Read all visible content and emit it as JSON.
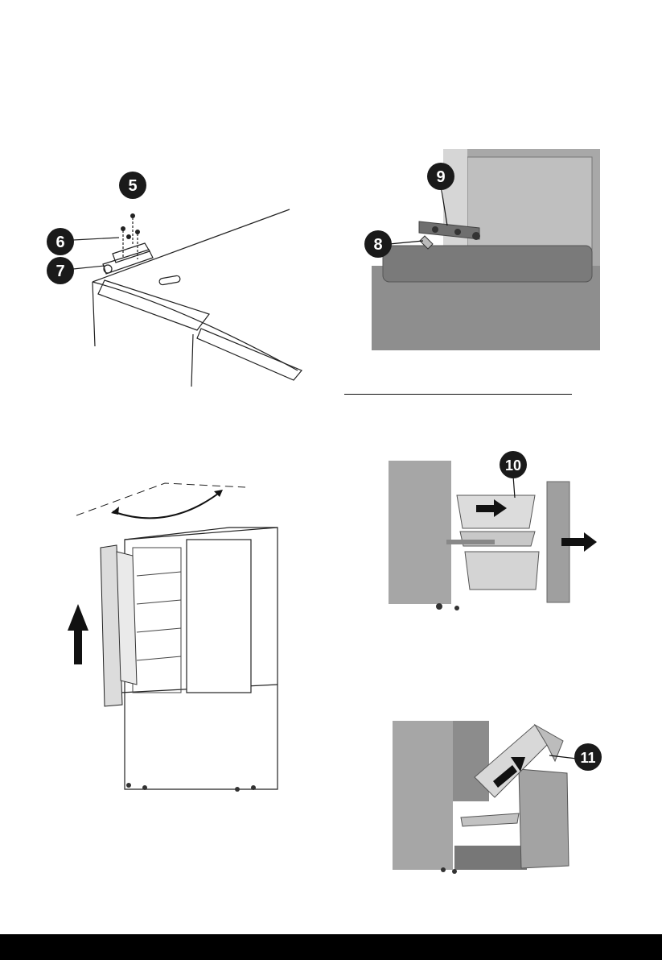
{
  "callouts": {
    "c5": "5",
    "c6": "6",
    "c7": "7",
    "c8": "8",
    "c9": "9",
    "c10": "10",
    "c11": "11"
  },
  "colors": {
    "badge": "#1a1a1a",
    "line": "#222222",
    "panel_gray": "#9c9c9c",
    "panel_light": "#d9d9d9",
    "bar": "#000000"
  }
}
